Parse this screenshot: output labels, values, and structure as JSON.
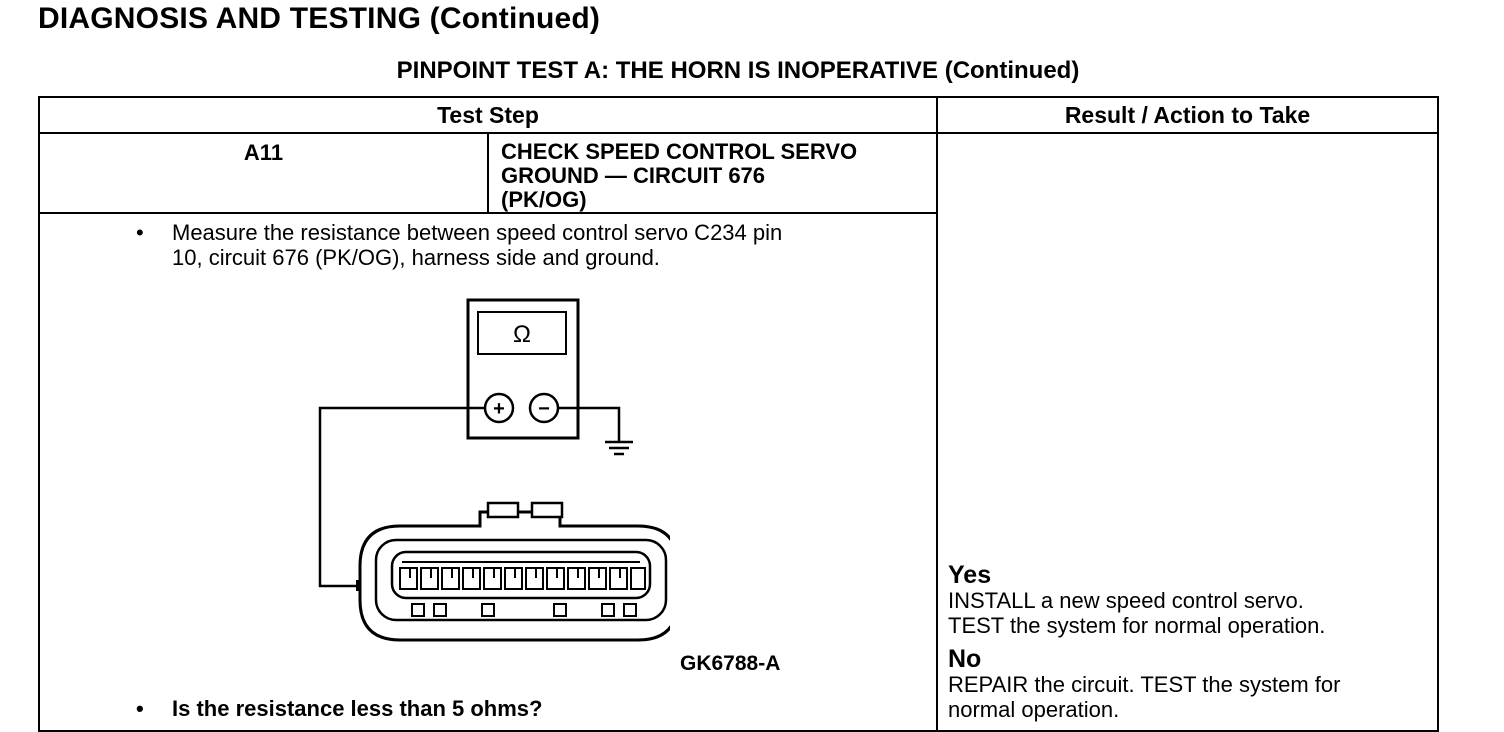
{
  "header": {
    "page_heading": "DIAGNOSIS AND TESTING (Continued)",
    "test_title": "PINPOINT TEST A: THE HORN IS INOPERATIVE (Continued)"
  },
  "table": {
    "col_test_step": "Test Step",
    "col_result": "Result / Action to Take",
    "step": {
      "id": "A11",
      "title_line1": "CHECK SPEED CONTROL SERVO GROUND — CIRCUIT 676",
      "title_line2": "(PK/OG)",
      "instruction_line1": "Measure the resistance between speed control servo C234 pin",
      "instruction_line2": "10, circuit 676 (PK/OG), harness side and ground.",
      "question": "Is the resistance less than 5 ohms?",
      "bullet": "•"
    },
    "figure": {
      "meter_symbol": "Ω",
      "plus_symbol": "+",
      "minus_symbol": "−",
      "figure_code": "GK6788-A"
    },
    "results": {
      "yes_label": "Yes",
      "yes_line1": "INSTALL a new speed control servo.",
      "yes_line2": "TEST the system for normal operation.",
      "no_label": "No",
      "no_line1": "REPAIR the circuit. TEST the system for",
      "no_line2": "normal operation."
    }
  }
}
